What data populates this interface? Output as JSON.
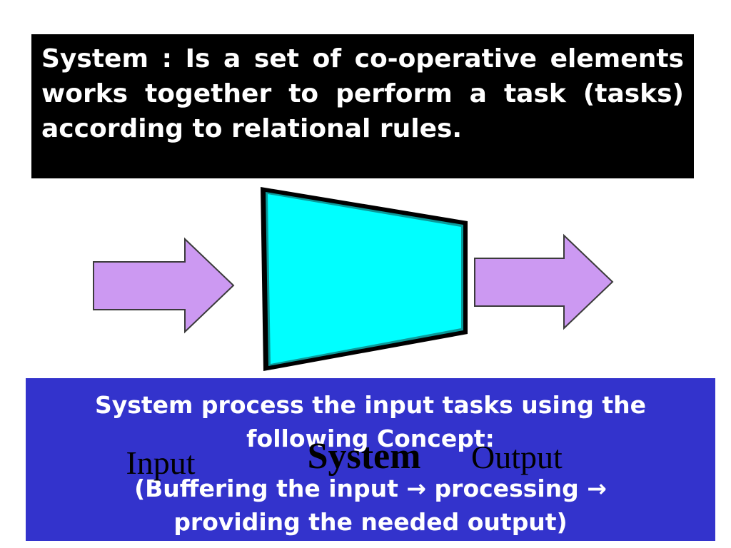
{
  "slide": {
    "definition": {
      "text": "System : Is a set of co-operative elements works together to perform a task (tasks) according to relational rules.",
      "background_color": "#000000",
      "text_color": "#FFFFFF"
    },
    "diagram": {
      "type": "input-process-output",
      "input_arrow": {
        "label": "Input",
        "fill_color": "#CC99F2",
        "stroke_color": "#333333",
        "direction": "right"
      },
      "process_shape": {
        "label": "System",
        "shape": "trapezoid",
        "fill_color": "#00FFFF",
        "stroke_color": "#000000"
      },
      "output_arrow": {
        "label": "Output",
        "fill_color": "#CC99F2",
        "stroke_color": "#333333",
        "direction": "right"
      }
    },
    "concept": {
      "line_1": "System process the input tasks using the",
      "line_2": "following Concept:",
      "line_3": "(Buffering the input → processing →",
      "line_4": "providing the needed output)",
      "background_color": "#3333CC",
      "text_color": "#FFFFFF"
    }
  }
}
